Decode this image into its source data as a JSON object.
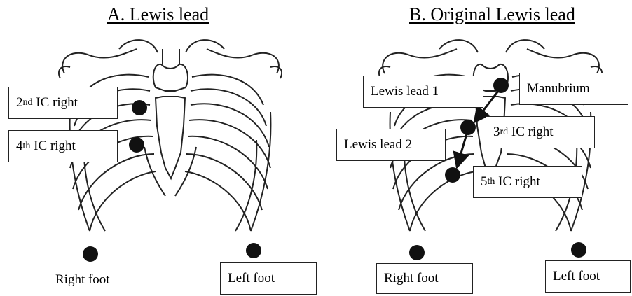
{
  "panel_a": {
    "title": "A. Lewis lead",
    "labels": {
      "ic2_num": "2",
      "ic2_ord": "nd",
      "ic2_rest": " IC right",
      "ic4_num": "4",
      "ic4_ord": "th",
      "ic4_rest": " IC right",
      "right_foot": "Right foot",
      "left_foot": "Left foot"
    }
  },
  "panel_b": {
    "title": "B. Original Lewis lead",
    "labels": {
      "lead1": "Lewis lead 1",
      "manubrium": "Manubrium",
      "ic3_num": "3",
      "ic3_ord": "rd",
      "ic3_rest": " IC right",
      "lead2": "Lewis lead 2",
      "ic5_num": "5",
      "ic5_ord": "th",
      "ic5_rest": " IC right",
      "right_foot": "Right foot",
      "left_foot": "Left foot"
    }
  },
  "colors": {
    "ink": "#111111",
    "outline": "#222222",
    "background": "#ffffff"
  }
}
